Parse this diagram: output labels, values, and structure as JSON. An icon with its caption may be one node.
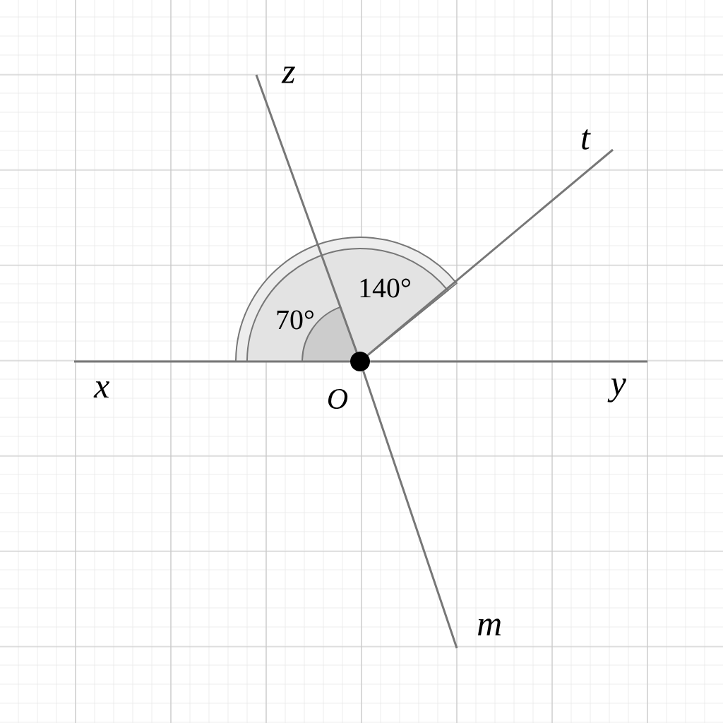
{
  "diagram": {
    "nodes": [
      {
        "text": [],
        "shape": "circle",
        "beside": [
          "O"
        ]
      },
      {
        "text": [
          "x"
        ]
      },
      {
        "text": [
          "y"
        ]
      },
      {
        "text": [
          "z"
        ]
      },
      {
        "text": [
          "t"
        ]
      },
      {
        "text": [
          "m"
        ]
      }
    ],
    "edges": [
      {
        "from": 0,
        "to": 1,
        "arrow": "none"
      },
      {
        "from": 0,
        "to": 2,
        "arrow": "none"
      },
      {
        "from": 0,
        "to": 3,
        "arrow": "none"
      },
      {
        "from": 0,
        "to": 4,
        "arrow": "none"
      },
      {
        "from": 0,
        "to": 5,
        "arrow": "none"
      }
    ],
    "labels": [
      "140°",
      "70°"
    ]
  }
}
